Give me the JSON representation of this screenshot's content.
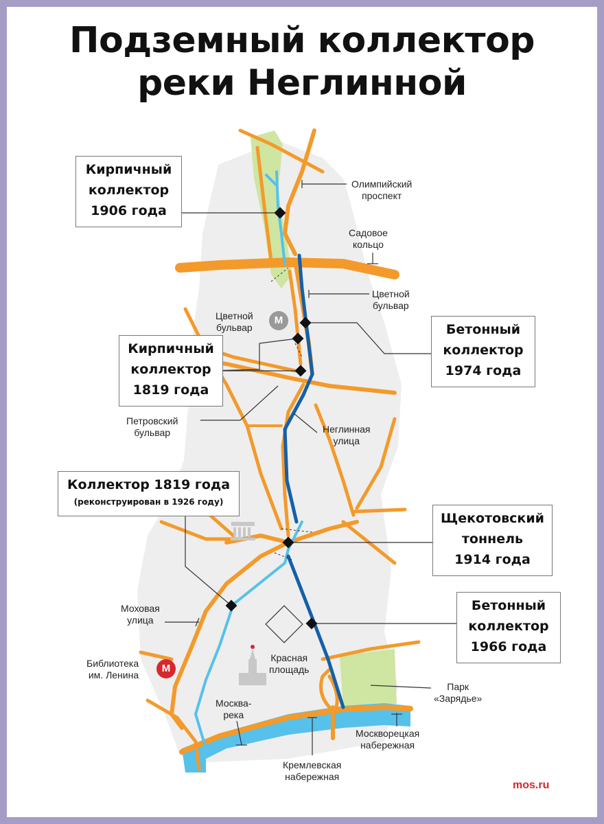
{
  "title": {
    "line1": "Подземный коллектор",
    "line2": "реки Неглинной"
  },
  "colors": {
    "road": "#f39a2b",
    "river": "#56c1ea",
    "collector": "#1560a8",
    "park": "#cfe5a2",
    "area": "#eeeeee",
    "metro": "#d6282f"
  },
  "callouts": [
    {
      "lines": [
        "Кирпичный",
        "коллектор",
        "1906 года"
      ]
    },
    {
      "lines": [
        "Бетонный",
        "коллектор",
        "1974 года"
      ]
    },
    {
      "lines": [
        "Кирпичный",
        "коллектор",
        "1819 года"
      ]
    },
    {
      "line1": "Коллектор 1819 года",
      "line2": "(реконструирован в 1926 году)"
    },
    {
      "lines": [
        "Щекотовский",
        "тоннель",
        "1914 года"
      ]
    },
    {
      "lines": [
        "Бетонный",
        "коллектор",
        "1966 года"
      ]
    }
  ],
  "labels": {
    "olimpiysky": [
      "Олимпийский",
      "проспект"
    ],
    "sadovoe": [
      "Садовое",
      "кольцо"
    ],
    "tsvetnoy_blvd": [
      "Цветной",
      "бульвар"
    ],
    "tsvetnoy_metro": [
      "Цветной",
      "бульвар"
    ],
    "petrovsky": [
      "Петровский",
      "бульвар"
    ],
    "neglinnaya": [
      "Неглинная",
      "улица"
    ],
    "mokhovaya": [
      "Моховая",
      "улица"
    ],
    "biblioteka": [
      "Библиотека",
      "им. Ленина"
    ],
    "krasnaya": [
      "Красная",
      "площадь"
    ],
    "moskva_reka": [
      "Москва-",
      "река"
    ],
    "zaryadye": [
      "Парк",
      "«Зарядье»"
    ],
    "moskvoretskaya": [
      "Москворецкая",
      "набережная"
    ],
    "kremlevskaya": [
      "Кремлевская",
      "набережная"
    ]
  },
  "metro_icon": "М",
  "brand": "mos.ru"
}
